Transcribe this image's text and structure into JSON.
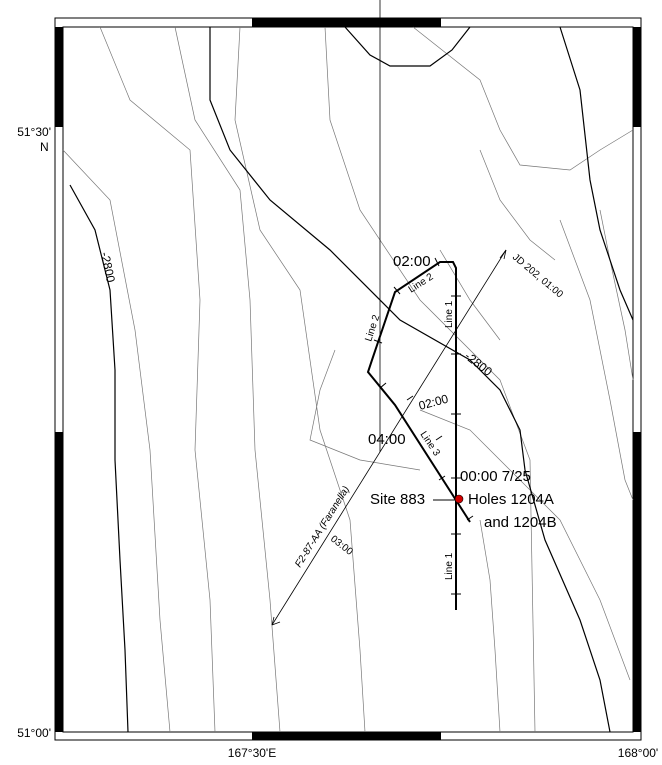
{
  "axes": {
    "lat_top": "51°30'",
    "lat_top_hemisphere": "N",
    "lat_bottom": "51°00'",
    "lon_center": "167°30'E",
    "lon_right": "168°00'"
  },
  "contours": {
    "label_left": "-2800",
    "label_center": "-2800"
  },
  "track": {
    "t_0200_top": "02:00",
    "t_0200_mid": "02:00",
    "t_0400": "04:00",
    "t_0000": "00:00 7/25",
    "line1_upper": "Line 1",
    "line1_lower": "Line 1",
    "line2_top": "Line 2",
    "line2_side": "Line 2",
    "line3": "Line 3"
  },
  "transit": {
    "jd_label": "JD 202, 01:00",
    "ship_label": "F2-87-AA (Faranella)",
    "t_0300": "03:00"
  },
  "sites": {
    "site_label": "Site 883",
    "holes_line1": "Holes 1204A",
    "holes_line2": "and 1204B",
    "marker_color": "#d00000"
  }
}
